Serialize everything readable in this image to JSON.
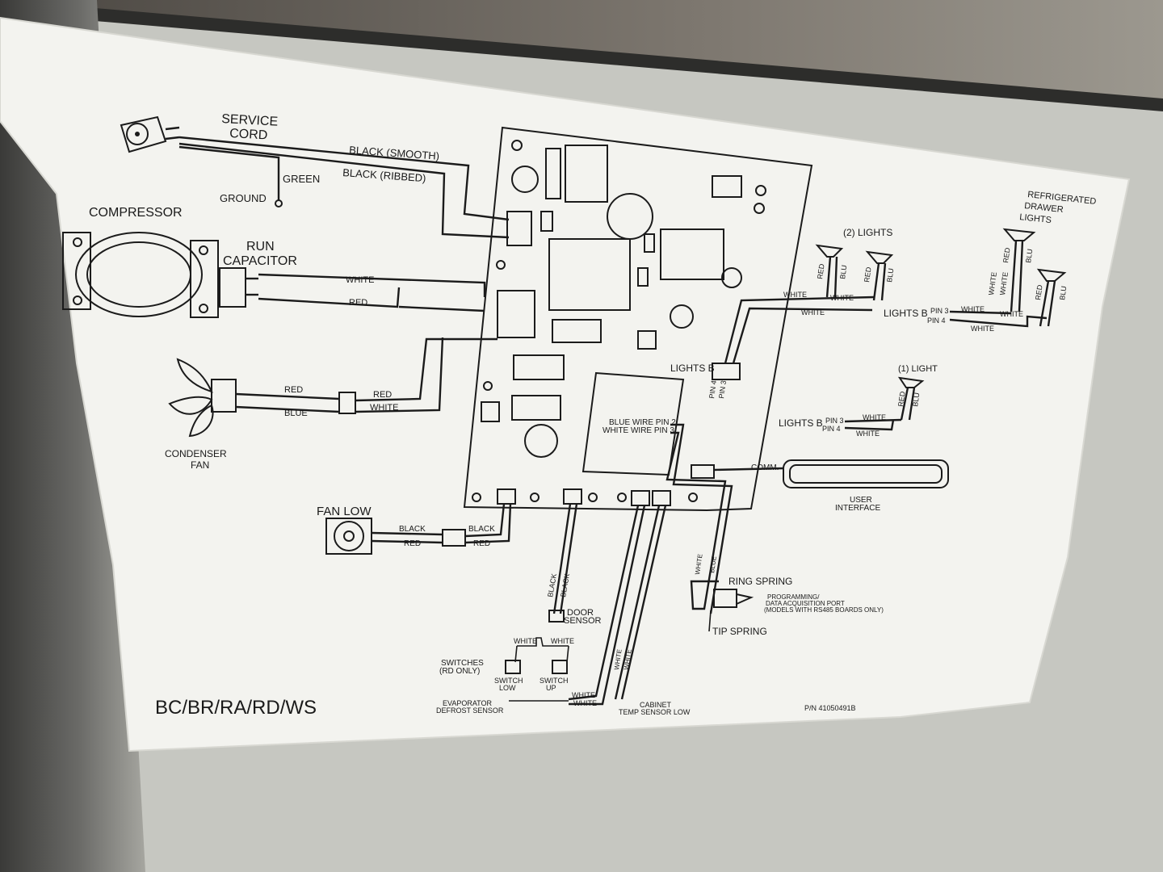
{
  "labels": {
    "service_cord": [
      "SERVICE",
      "CORD"
    ],
    "black_smooth": "BLACK (SMOOTH)",
    "black_ribbed": "BLACK (RIBBED)",
    "green": "GREEN",
    "ground": "GROUND",
    "compressor": "COMPRESSOR",
    "run_capacitor": [
      "RUN",
      "CAPACITOR"
    ],
    "white": "WHITE",
    "red": "RED",
    "blue": "BLUE",
    "black": "BLACK",
    "condenser_fan": [
      "CONDENSER",
      "FAN"
    ],
    "fan_low": "FAN LOW",
    "lights_b": "LIGHTS B",
    "pin4": "PIN 4",
    "pin3": "PIN 3",
    "blue_wire_pin2": "BLUE WIRE PIN 2",
    "white_wire_pin3": "WHITE WIRE PIN 3",
    "two_lights": "(2) LIGHTS",
    "one_light": "(1) LIGHT",
    "refrigerated_drawer_lights": [
      "REFRIGERATED",
      "DRAWER",
      "LIGHTS"
    ],
    "comm": "COMM.",
    "user_interface": [
      "USER",
      "INTERFACE"
    ],
    "ring_spring": "RING SPRING",
    "tip_spring": "TIP SPRING",
    "programming_port": [
      "PROGRAMMING/",
      "DATA ACQUISITION PORT",
      "(MODELS WITH RS485 BOARDS ONLY)"
    ],
    "door_sensor": [
      "DOOR",
      "SENSOR"
    ],
    "switches": [
      "SWITCHES",
      "(RD ONLY)"
    ],
    "switch_low": [
      "SWITCH",
      "LOW"
    ],
    "switch_up": [
      "SWITCH",
      "UP"
    ],
    "evaporator": [
      "EVAPORATOR",
      "DEFROST SENSOR"
    ],
    "cabinet": [
      "CABINET",
      "TEMP SENSOR LOW"
    ],
    "blu": "BLU",
    "models": "BC/BR/RA/RD/WS",
    "part_number": "P/N 41050491B"
  },
  "colors": {
    "paper": "#f3f3ef",
    "ink": "#1b1b1b"
  }
}
